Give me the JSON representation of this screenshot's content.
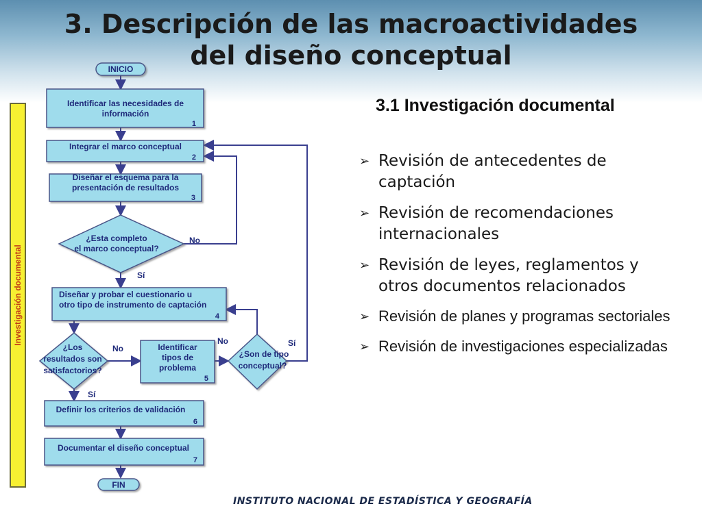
{
  "header": {
    "title_line1": "3. Descripción de las macroactividades",
    "title_line2": "del diseño conceptual"
  },
  "section": {
    "subtitle": "3.1 Investigación documental",
    "bullets": [
      "Revisión de antecedentes de captación",
      "Revisión de recomendaciones internacionales",
      "Revisión de leyes, reglamentos y otros documentos relacionados",
      "Revisión de planes y programas sectoriales",
      "Revisión de investigaciones especializadas"
    ]
  },
  "sidebar": {
    "label": "Investigación documental",
    "color": "#f7f032"
  },
  "flowchart": {
    "start": "INICIO",
    "end": "FIN",
    "step1_line1": "Identificar las necesidades de",
    "step1_line2": "información",
    "step1_num": "1",
    "step2_line1": "Integrar el marco conceptual",
    "step2_num": "2",
    "step3_line1": "Diseñar el esquema para la",
    "step3_line2": "presentación de resultados",
    "step3_num": "3",
    "decision1_line1": "¿Esta completo",
    "decision1_line2": "el  marco conceptual?",
    "decision1_no": "No",
    "decision1_yes": "Sí",
    "step4_line1": "Diseñar y probar el cuestionario u",
    "step4_line2": "otro tipo de instrumento de captación",
    "step4_num": "4",
    "decision2_line1": "¿Los",
    "decision2_line2": "resultados son",
    "decision2_line3": "satisfactorios?",
    "decision2_no": "No",
    "decision2_yes": "Sí",
    "step5_line1": "Identificar",
    "step5_line2": "tipos de",
    "step5_line3": "problema",
    "step5_num": "5",
    "decision3_line1": "¿Son de tipo",
    "decision3_line2": "conceptual?",
    "decision3_no": "No",
    "decision3_yes": "Sí",
    "step6_line1": "Definir los criterios de validación",
    "step6_num": "6",
    "step7_line1": "Documentar el diseño conceptual",
    "step7_num": "7",
    "box_fill": "#9fdcec",
    "line_color": "#3a3f8f"
  },
  "footer": {
    "text": "INSTITUTO NACIONAL  DE ESTADÍSTICA Y GEOGRAFÍA"
  }
}
